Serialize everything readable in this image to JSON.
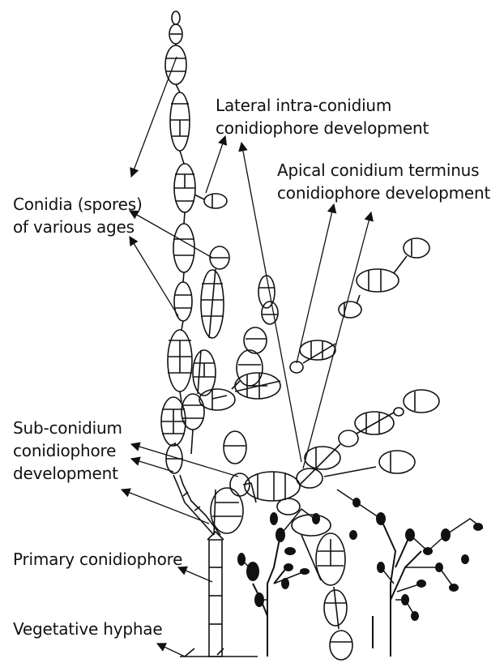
{
  "labels": {
    "lateral_line1": "Lateral intra-conidium",
    "lateral_line2": "conidiophore development",
    "apical_line1": "Apical conidium terminus",
    "apical_line2": "conidiophore development",
    "conidia_line1": "Conidia (spores)",
    "conidia_line2": "of various ages",
    "sub_line1": "Sub-conidium",
    "sub_line2": "conidiophore",
    "sub_line3": "development",
    "primary": "Primary conidiophore",
    "vegetative": "Vegetative hyphae"
  },
  "colors": {
    "ink": "#111111",
    "background": "#ffffff"
  }
}
